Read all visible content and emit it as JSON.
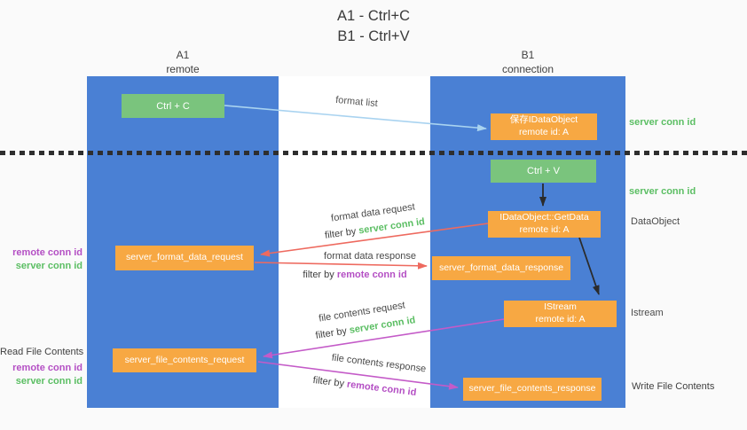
{
  "title": {
    "line1": "A1 - Ctrl+C",
    "line2": "B1 - Ctrl+V"
  },
  "columns": {
    "left": {
      "name": "A1",
      "role": "remote"
    },
    "right": {
      "name": "B1",
      "role": "connection"
    }
  },
  "nodes": {
    "ctrl_c": {
      "label": "Ctrl + C"
    },
    "save_dataobject": {
      "line1": "保存IDataObject",
      "line2": "remote id: A"
    },
    "ctrl_v": {
      "label": "Ctrl + V"
    },
    "getdata": {
      "line1": "IDataObject::GetData",
      "line2": "remote id: A"
    },
    "istream": {
      "line1": "IStream",
      "line2": "remote id: A"
    },
    "server_format_data_request": {
      "label": "server_format_data_request"
    },
    "server_format_data_response": {
      "label": "server_format_data_response"
    },
    "server_file_contents_request": {
      "label": "server_file_contents_request"
    },
    "server_file_contents_response": {
      "label": "server_file_contents_response"
    }
  },
  "edge_labels": {
    "format_list": "format list",
    "format_data_request": "format data request",
    "format_data_request_filter_prefix": "filter by ",
    "format_data_request_filter_key": "server conn id",
    "format_data_response": "format data response",
    "format_data_response_filter_prefix": "filter by ",
    "format_data_response_filter_key": "remote conn id",
    "file_contents_request": "file contents request",
    "file_contents_request_filter_prefix": "filter by ",
    "file_contents_request_filter_key": "server conn id",
    "file_contents_response": "file contents response",
    "file_contents_response_filter_prefix": "filter by ",
    "file_contents_response_filter_key": "remote conn id"
  },
  "side_labels": {
    "right_server_conn_id_top": "server conn id",
    "right_server_conn_id_mid": "server conn id",
    "right_dataobject": "DataObject",
    "right_istream": "Istream",
    "right_write_file_contents": "Write File Contents",
    "left_remote_conn_id_mid": "remote conn id",
    "left_server_conn_id_mid": "server conn id",
    "left_read_file_contents": "Read File Contents",
    "left_remote_conn_id_bottom": "remote conn id",
    "left_server_conn_id_bottom": "server conn id"
  },
  "colors": {
    "column_blue": "#4A80D4",
    "node_green": "#7AC47D",
    "node_orange": "#F7A843",
    "arrow_light_blue": "#A9D3F0",
    "arrow_red": "#EE6A5F",
    "arrow_magenta": "#C45BC8",
    "arrow_black": "#2B2B2B",
    "conn_id_green": "#5BBE63",
    "conn_id_purple": "#B44FC4"
  }
}
